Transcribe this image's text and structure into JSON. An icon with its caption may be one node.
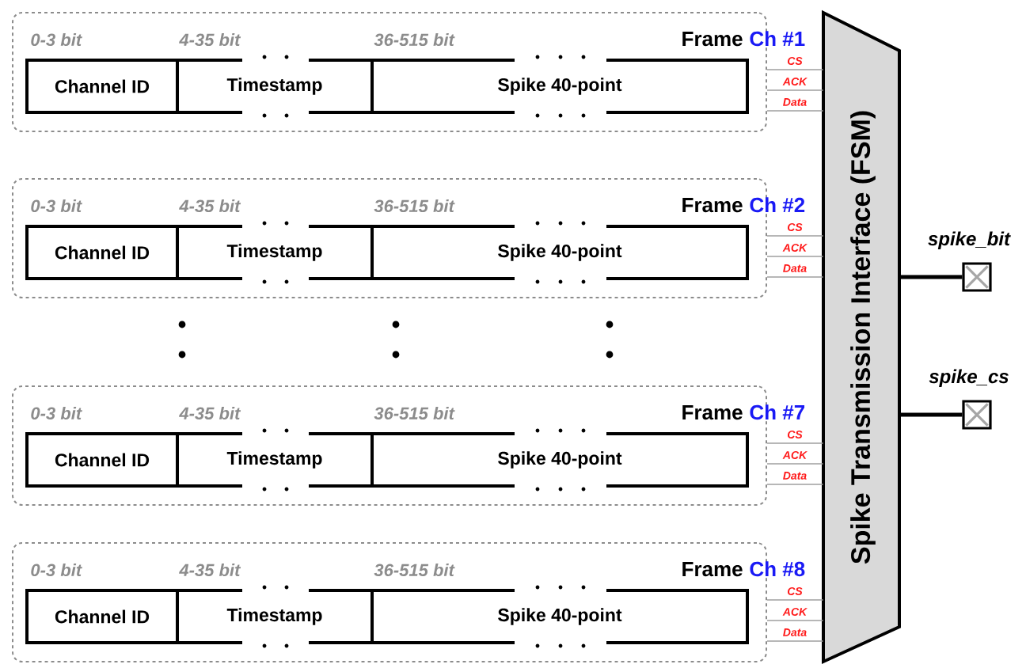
{
  "diagram": {
    "nodes": [
      {
        "text": [
          "0-3 bit",
          "4-35 bit",
          "36-515 bit",
          "Frame",
          "Ch #1"
        ]
      },
      {
        "text": [
          "Channel ID"
        ],
        "in": 0
      },
      {
        "text": [
          "Timestamp"
        ],
        "in": 0
      },
      {
        "text": [
          "Spike 40-point"
        ],
        "in": 0
      },
      {
        "text": [
          "0-3 bit",
          "4-35 bit",
          "36-515 bit",
          "Frame",
          "Ch #2"
        ]
      },
      {
        "text": [
          "Channel ID"
        ],
        "in": 4
      },
      {
        "text": [
          "Timestamp"
        ],
        "in": 4
      },
      {
        "text": [
          "Spike 40-point"
        ],
        "in": 4
      },
      {
        "text": [
          "0-3 bit",
          "4-35 bit",
          "36-515 bit",
          "Frame",
          "Ch #7"
        ]
      },
      {
        "text": [
          "Channel ID"
        ],
        "in": 8
      },
      {
        "text": [
          "Timestamp"
        ],
        "in": 8
      },
      {
        "text": [
          "Spike 40-point"
        ],
        "in": 8
      },
      {
        "text": [
          "0-3 bit",
          "4-35 bit",
          "36-515 bit",
          "Frame",
          "Ch #8"
        ]
      },
      {
        "text": [
          "Channel ID"
        ],
        "in": 12
      },
      {
        "text": [
          "Timestamp"
        ],
        "in": 12
      },
      {
        "text": [
          "Spike 40-point"
        ],
        "in": 12
      },
      {
        "text": [
          "Spike Transmission Interface (FSM)"
        ]
      },
      {
        "text": [
          "spike_bit"
        ]
      },
      {
        "text": [
          "spike_cs"
        ]
      }
    ],
    "edges": [
      {
        "from": 0,
        "to": 16,
        "arrow": "none",
        "label": "CS"
      },
      {
        "from": 0,
        "to": 16,
        "arrow": "none",
        "label": "ACK"
      },
      {
        "from": 0,
        "to": 16,
        "arrow": "none",
        "label": "Data"
      },
      {
        "from": 4,
        "to": 16,
        "arrow": "none",
        "label": "CS"
      },
      {
        "from": 4,
        "to": 16,
        "arrow": "none",
        "label": "ACK"
      },
      {
        "from": 4,
        "to": 16,
        "arrow": "none",
        "label": "Data"
      },
      {
        "from": 8,
        "to": 16,
        "arrow": "none",
        "label": "CS"
      },
      {
        "from": 8,
        "to": 16,
        "arrow": "none",
        "label": "ACK"
      },
      {
        "from": 8,
        "to": 16,
        "arrow": "none",
        "label": "Data"
      },
      {
        "from": 12,
        "to": 16,
        "arrow": "none",
        "label": "CS"
      },
      {
        "from": 12,
        "to": 16,
        "arrow": "none",
        "label": "ACK"
      },
      {
        "from": 12,
        "to": 16,
        "arrow": "none",
        "label": "Data"
      },
      {
        "from": 16,
        "to": 17,
        "arrow": "none",
        "style": "thick",
        "color": "#000000"
      },
      {
        "from": 16,
        "to": 18,
        "arrow": "none",
        "style": "thick",
        "color": "#000000"
      }
    ]
  }
}
